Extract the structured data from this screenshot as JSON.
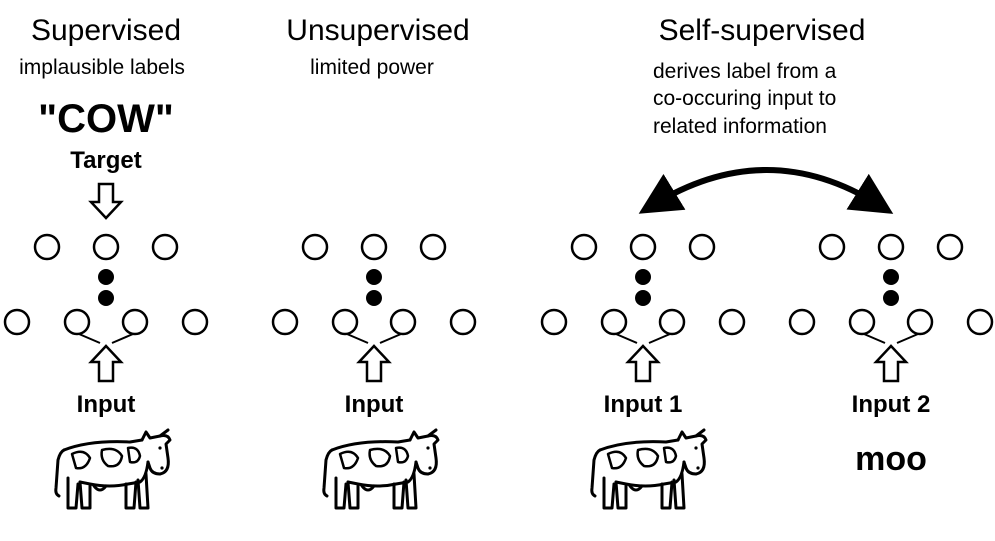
{
  "panels": {
    "supervised": {
      "title": "Supervised",
      "subtitle": "implausible labels",
      "label": "\"COW\"",
      "target": "Target",
      "input": "Input"
    },
    "unsupervised": {
      "title": "Unsupervised",
      "subtitle": "limited power",
      "input": "Input"
    },
    "self_supervised": {
      "title": "Self-supervised",
      "subtitle_lines": [
        "derives label from a",
        "co-occuring input to",
        "related information"
      ],
      "input1": "Input 1",
      "input2": "Input 2",
      "input2_value": "moo"
    }
  },
  "icons": {
    "cow": "cow-icon",
    "arrow_down": "hollow-down-arrow-icon",
    "arrow_up": "hollow-up-arrow-icon",
    "curved_double_arrow": "curved-double-arrow-icon"
  }
}
